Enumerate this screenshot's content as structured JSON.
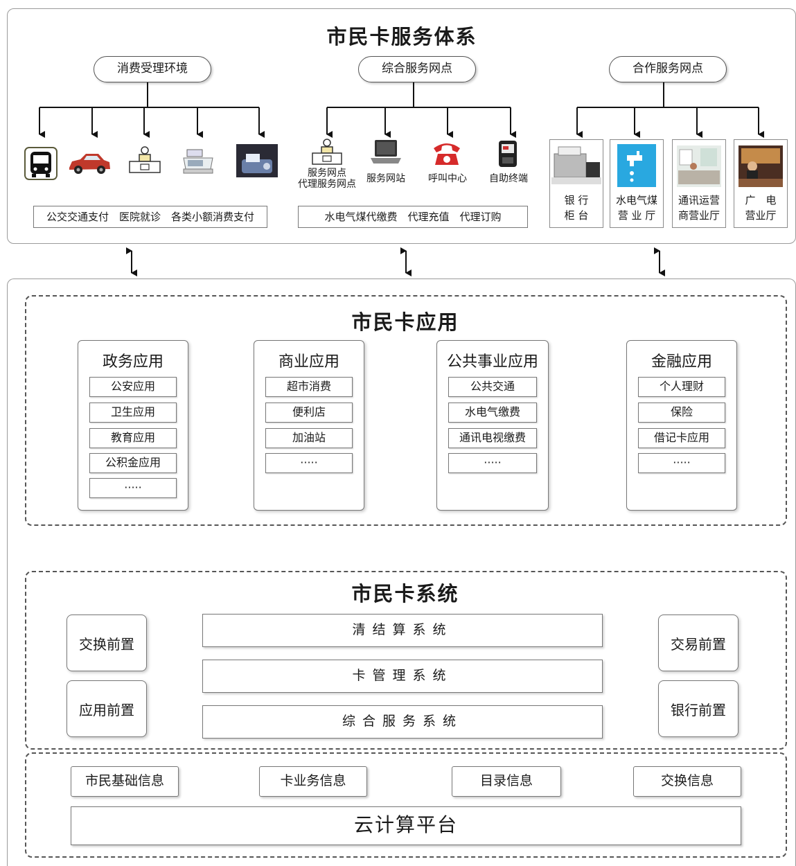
{
  "service_system": {
    "title": "市民卡服务体系",
    "groups": [
      {
        "label": "消费受理环境",
        "icons": [
          {
            "name": "bus-icon",
            "label": ""
          },
          {
            "name": "car-icon",
            "label": ""
          },
          {
            "name": "counter-icon",
            "label": ""
          },
          {
            "name": "cash-register-icon",
            "label": ""
          },
          {
            "name": "card-reader-icon",
            "label": ""
          }
        ],
        "tags": "公交交通支付　医院就诊　各类小额消费支付"
      },
      {
        "label": "综合服务网点",
        "icons": [
          {
            "name": "service-point-icon",
            "label": "服务网点\n代理服务网点"
          },
          {
            "name": "laptop-icon",
            "label": "服务网站"
          },
          {
            "name": "phone-icon",
            "label": "呼叫中心"
          },
          {
            "name": "kiosk-icon",
            "label": "自助终端"
          }
        ],
        "tags": "水电气煤代缴费　代理充值　代理订购"
      },
      {
        "label": "合作服务网点",
        "partners": [
          {
            "name": "bank-counter",
            "label": "银 行\n柜 台"
          },
          {
            "name": "utility-hall",
            "label": "水电气煤\n营 业 厅"
          },
          {
            "name": "telecom-hall",
            "label": "通讯运营\n商营业厅"
          },
          {
            "name": "broadcast-hall",
            "label": "广　电\n营业厅"
          }
        ]
      }
    ]
  },
  "applications": {
    "title": "市民卡应用",
    "columns": [
      {
        "title": "政务应用",
        "items": [
          "公安应用",
          "卫生应用",
          "教育应用",
          "公积金应用",
          "·····"
        ]
      },
      {
        "title": "商业应用",
        "items": [
          "超市消费",
          "便利店",
          "加油站",
          "·····"
        ]
      },
      {
        "title": "公共事业应用",
        "items": [
          "公共交通",
          "水电气缴费",
          "通讯电视缴费",
          "·····"
        ]
      },
      {
        "title": "金融应用",
        "items": [
          "个人理财",
          "保险",
          "借记卡应用",
          "·····"
        ]
      }
    ]
  },
  "card_system": {
    "title": "市民卡系统",
    "left": [
      "交换前置",
      "应用前置"
    ],
    "center": [
      "清结算系统",
      "卡管理系统",
      "综合服务系统"
    ],
    "right": [
      "交易前置",
      "银行前置"
    ]
  },
  "platform": {
    "infos": [
      "市民基础信息",
      "卡业务信息",
      "目录信息",
      "交换信息"
    ],
    "cloud": "云计算平台"
  },
  "colors": {
    "border": "#9a9a9a",
    "text": "#1a1a1a",
    "car": "#c0392b",
    "water": "#29a8e0",
    "phone": "#d62b2b"
  }
}
